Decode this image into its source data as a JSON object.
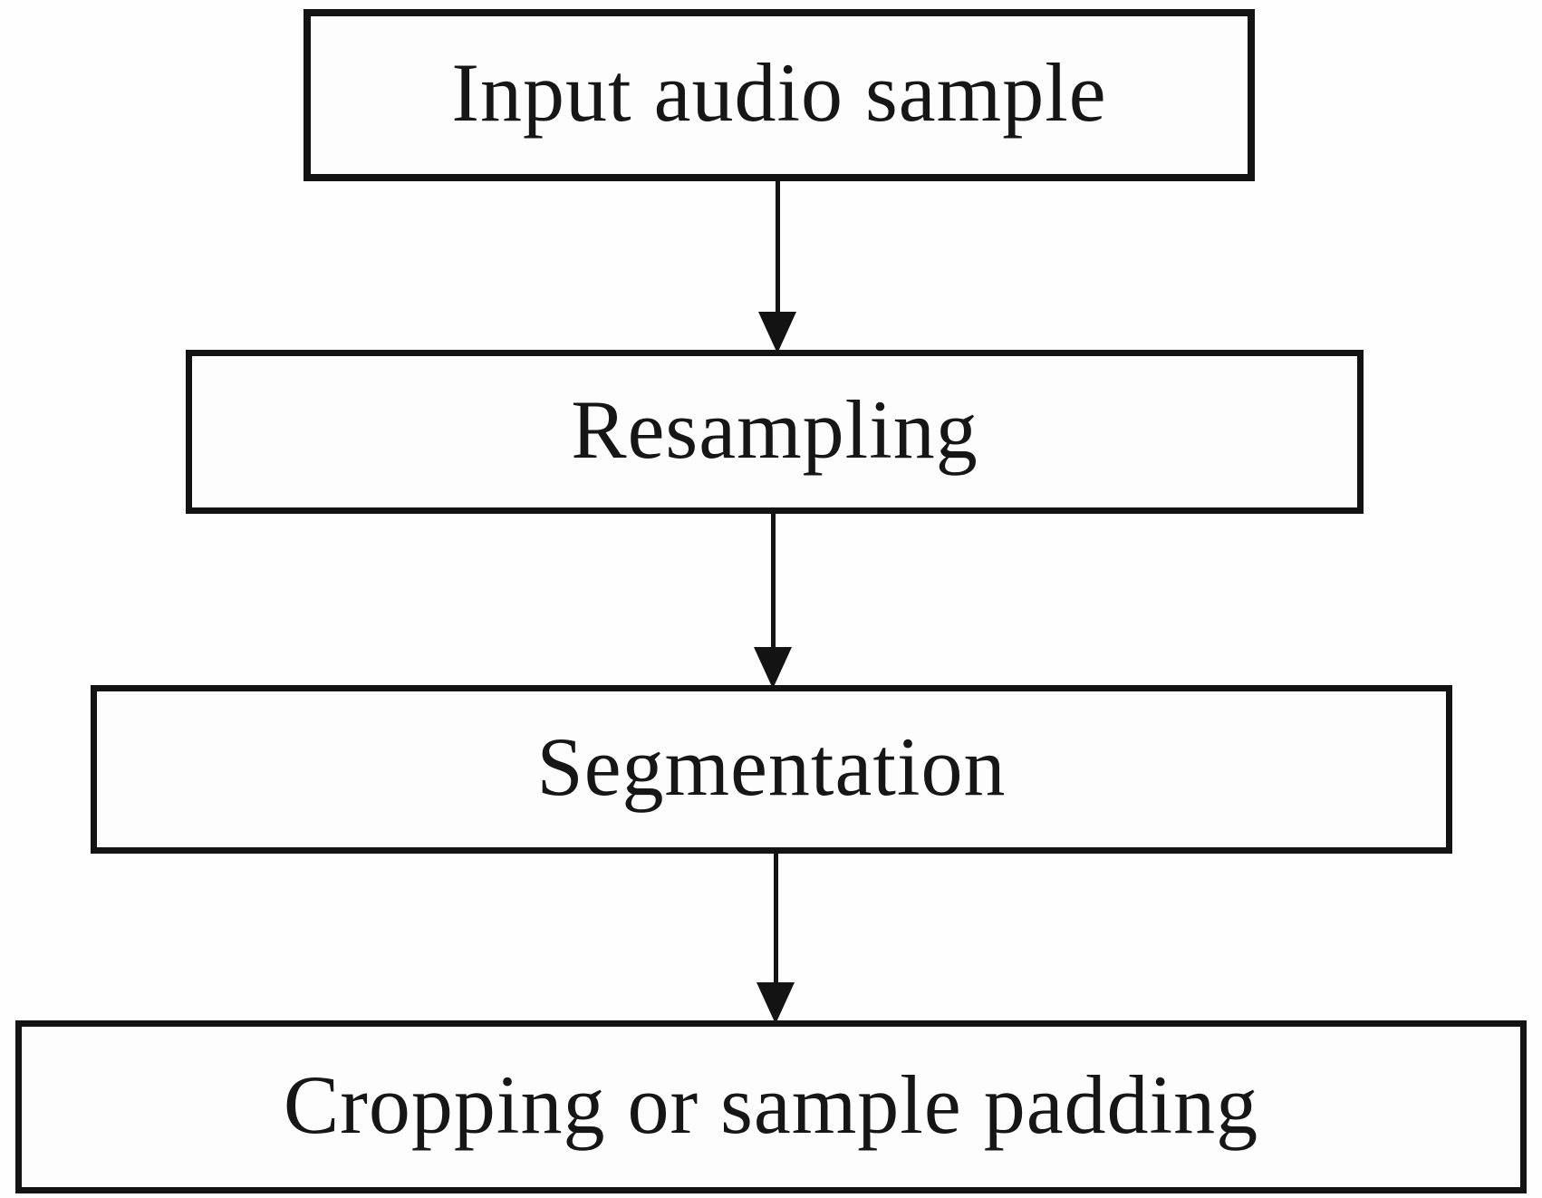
{
  "diagram": {
    "type": "flowchart",
    "direction": "top-to-bottom",
    "boxes": [
      {
        "id": "input-audio-sample",
        "label": "Input audio sample"
      },
      {
        "id": "resampling",
        "label": "Resampling"
      },
      {
        "id": "segmentation",
        "label": "Segmentation"
      },
      {
        "id": "cropping-or-sample-padding",
        "label": "Cropping or sample padding"
      }
    ],
    "edges": [
      {
        "from": "input-audio-sample",
        "to": "resampling"
      },
      {
        "from": "resampling",
        "to": "segmentation"
      },
      {
        "from": "segmentation",
        "to": "cropping-or-sample-padding"
      }
    ],
    "colors": {
      "border": "#131313",
      "text": "#161616",
      "background": "#fefefe"
    }
  }
}
